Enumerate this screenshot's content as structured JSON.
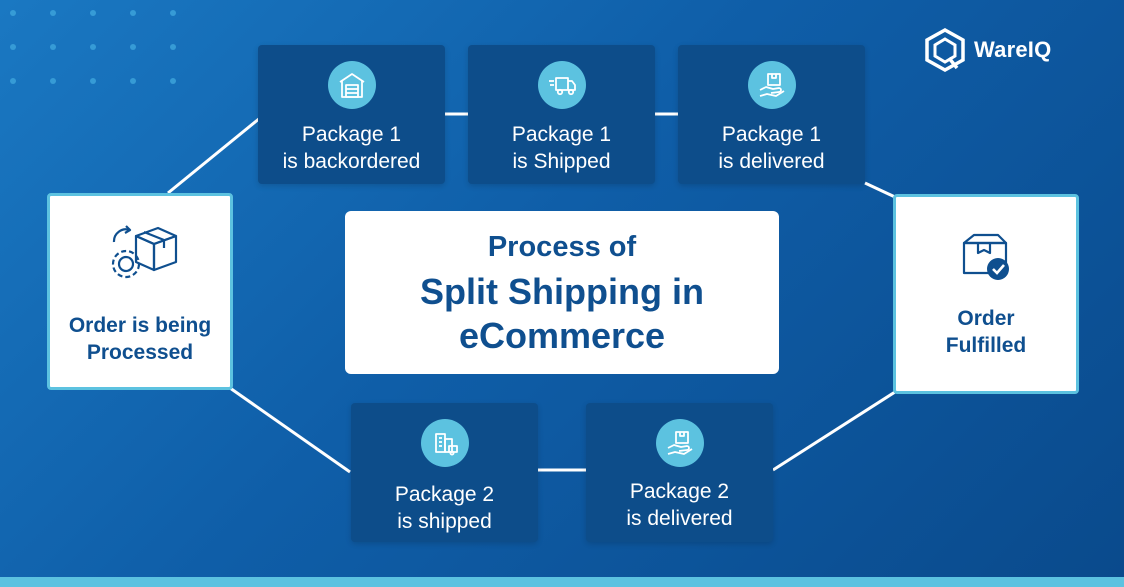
{
  "brand": {
    "logo_icon": "wareiq-logo-icon",
    "name": "WareIQ"
  },
  "title": {
    "line1": "Process of",
    "line2": "Split Shipping in",
    "line3": "eCommerce"
  },
  "start_node": {
    "icon": "box-gear-cycle-icon",
    "line1": "Order is being",
    "line2": "Processed"
  },
  "end_node": {
    "icon": "box-check-icon",
    "line1": "Order",
    "line2": "Fulfilled"
  },
  "steps": [
    {
      "icon": "warehouse-icon",
      "line1": "Package 1",
      "line2": "is backordered"
    },
    {
      "icon": "delivery-truck-icon",
      "line1": "Package 1",
      "line2": "is Shipped"
    },
    {
      "icon": "hand-package-icon",
      "line1": "Package 1",
      "line2": "is delivered"
    },
    {
      "icon": "buildings-truck-icon",
      "line1": "Package 2",
      "line2": "is shipped"
    },
    {
      "icon": "hand-package-icon",
      "line1": "Package 2",
      "line2": "is delivered"
    }
  ],
  "colors": {
    "background": "#1266b0",
    "accent": "#5cc2e0",
    "box": "#0d4d8a",
    "text_dark": "#0f4f8f"
  }
}
